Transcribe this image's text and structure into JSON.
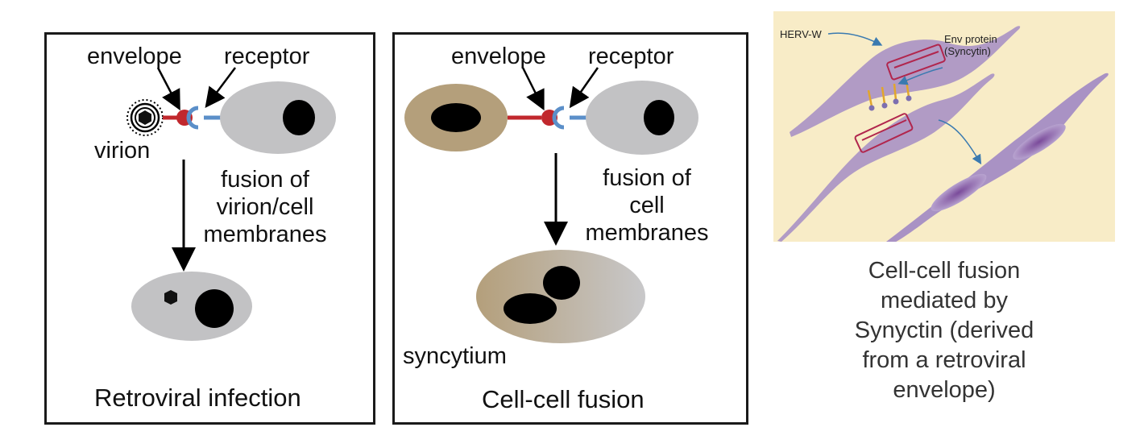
{
  "panels": {
    "left": {
      "envelope_label": "envelope",
      "receptor_label": "receptor",
      "virion_label": "virion",
      "fusion_lines": [
        "fusion of",
        "virion/cell",
        "membranes"
      ],
      "title": "Retroviral infection"
    },
    "middle": {
      "envelope_label": "envelope",
      "receptor_label": "receptor",
      "fusion_lines": [
        "fusion of",
        "cell",
        "membranes"
      ],
      "syncytium_label": "syncytium",
      "title": "Cell-cell fusion"
    },
    "micrograph": {
      "herv_label": "HERV-W",
      "env_label_line1": "Env protein",
      "env_label_line2": "(Syncytin)"
    }
  },
  "caption_lines": [
    "Cell-cell fusion",
    "mediated by",
    "Synyctin (derived",
    "from a retroviral",
    "envelope)"
  ],
  "colors": {
    "cell_gray": "#c2c2c4",
    "cell_tan": "#b49f7b",
    "envelope_red": "#c1282d",
    "receptor_blue": "#5b8fc9",
    "micro_bg": "#f8ecc7",
    "micro_cell": "#a992c4"
  }
}
